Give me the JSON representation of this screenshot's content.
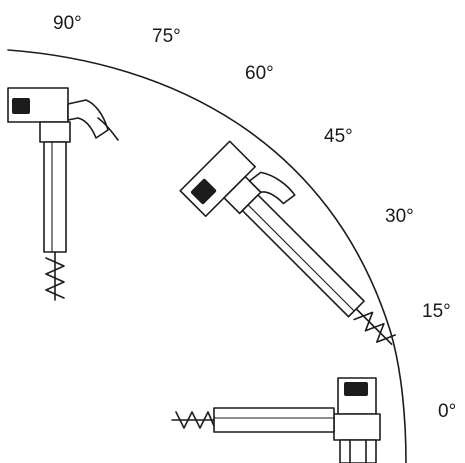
{
  "angles": [
    {
      "id": "a90",
      "text": "90°"
    },
    {
      "id": "a75",
      "text": "75°"
    },
    {
      "id": "a60",
      "text": "60°"
    },
    {
      "id": "a45",
      "text": "45°"
    },
    {
      "id": "a30",
      "text": "30°"
    },
    {
      "id": "a15",
      "text": "15°"
    },
    {
      "id": "a0",
      "text": "0°"
    }
  ]
}
